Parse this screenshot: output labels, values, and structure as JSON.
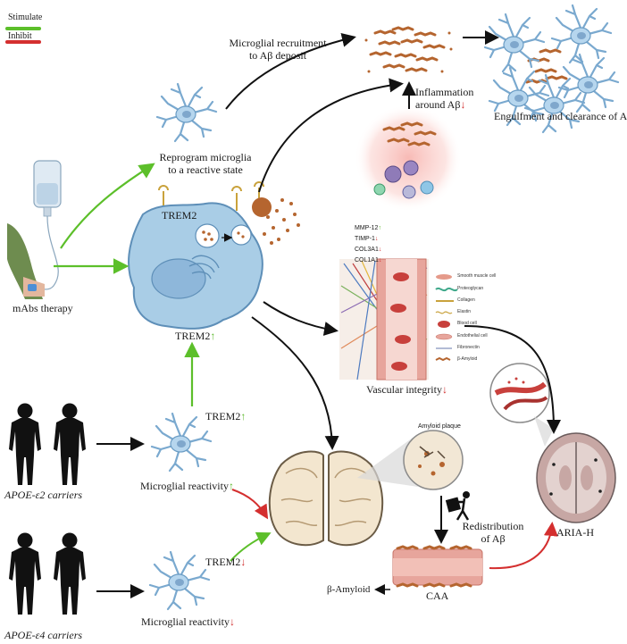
{
  "legend": {
    "stimulate": "Stimulate",
    "inhibit": "Inhibit",
    "stimulate_color": "#5cbf2a",
    "inhibit_color": "#d42f2f"
  },
  "labels": {
    "recruitment_line1": "Microglial recruitment",
    "recruitment_line2": "to Aβ deposit",
    "inflammation_line1": "Inflammation",
    "inflammation_line2": "around Aβ",
    "engulfment": "Engulfment and clearance of Aβ",
    "reprogram_line1": "Reprogram microglia",
    "reprogram_line2": "to a reactive state",
    "trem2_cell": "TREM2",
    "trem2_up": "TREM2",
    "mabs": "mAbs therapy",
    "mmp12": "MMP-12",
    "timp1": "TIMP-1",
    "col3a1": "COL3A1",
    "col1a1": "COL1A1",
    "vascular_integrity": "Vascular integrity",
    "trem2_e2": "TREM2",
    "microglial_reactivity_e2": "Microglial reactivity",
    "trem2_e4": "TREM2",
    "microglial_reactivity_e4": "Microglial reactivity",
    "apoe_e2": "APOE-ε2 carriers",
    "apoe_e4": "APOE-ε4 carriers",
    "amyloid_plaque": "Amyloid plaque",
    "redistribution_line1": "Redistribution",
    "redistribution_line2": "of Aβ",
    "beta_amyloid": "β-Amyloid",
    "caa": "CAA",
    "aria_h": "ARIA-H"
  },
  "vessel_legend": [
    "Smooth muscle cell",
    "Proteoglycan",
    "Collagen",
    "Elastin",
    "Blood cell",
    "Endothelial cell",
    "Fibronectin",
    "β-Amyloid"
  ],
  "arrows": {
    "up": "↑",
    "down": "↓"
  },
  "colors": {
    "microglia": "#a9cde6",
    "microglia_stroke": "#6a9cc4",
    "amyloid": "#b5652f",
    "vessel": "#e7a59c",
    "brain": "#f3e6cf"
  }
}
